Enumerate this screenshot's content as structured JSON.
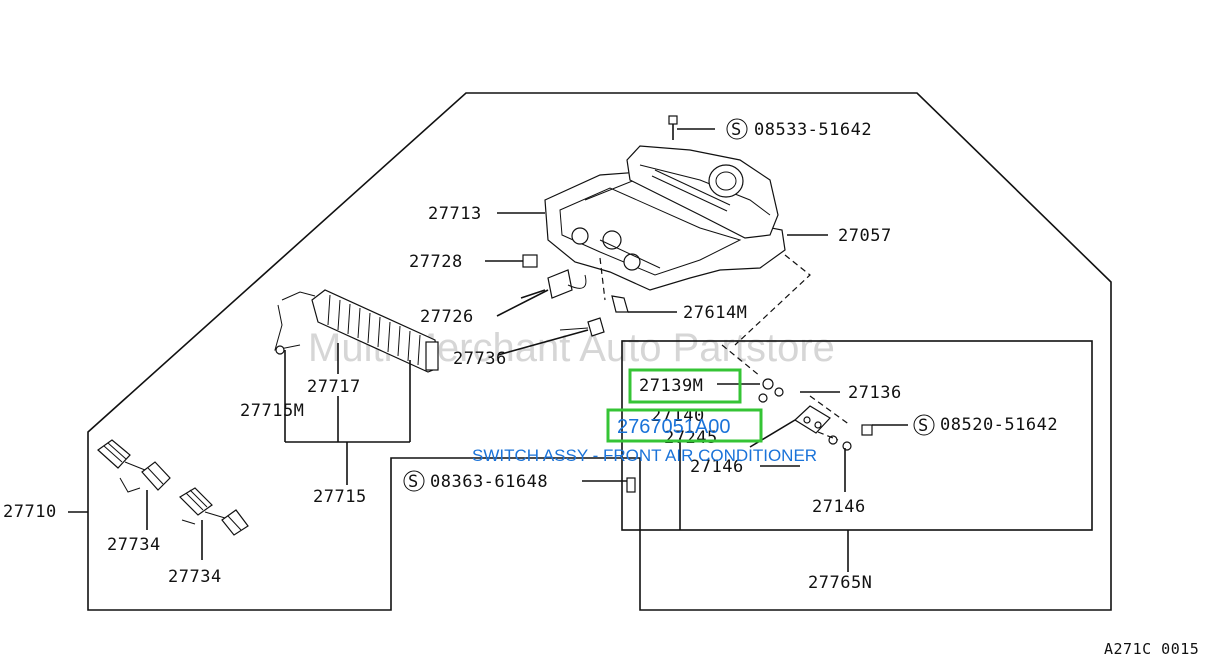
{
  "watermark": "Multi Merchant Auto Partstore",
  "figure_code": "A271C 0015",
  "highlight_color": "#35c435",
  "link_color": "#1a73d9",
  "highlight": {
    "part_number": "27670-51A00",
    "part_number_display": "2767051A00",
    "description": "SWITCH ASSY - FRONT AIR CONDITIONER",
    "secondary_box_label": "27139M"
  },
  "labels": {
    "p_08533": "08533-51642",
    "p_27713": "27713",
    "p_27057": "27057",
    "p_27728": "27728",
    "p_27726": "27726",
    "p_27614M": "27614M",
    "p_27736": "27736",
    "p_27717": "27717",
    "p_27715M": "27715M",
    "p_27715": "27715",
    "p_27710": "27710",
    "p_27734a": "27734",
    "p_27734b": "27734",
    "p_27139M": "27139M",
    "p_27136": "27136",
    "p_27140": "27140",
    "p_08520": "08520-51642",
    "p_27245": "27245",
    "p_27146a": "27146",
    "p_27146b": "27146",
    "p_08363": "08363-61648",
    "p_27765N": "27765N",
    "s_symbol": "S"
  }
}
